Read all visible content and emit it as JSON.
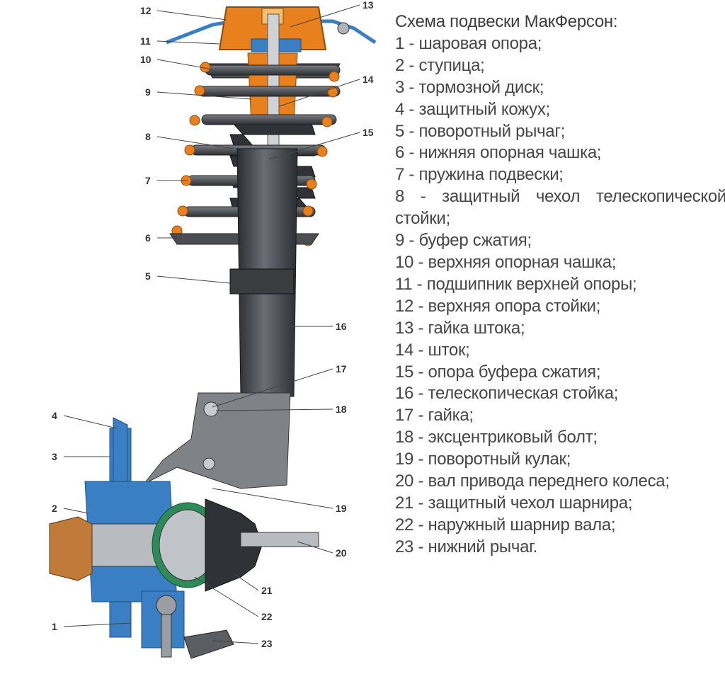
{
  "legend": {
    "title": "Схема подвески МакФерсон:",
    "items": [
      "1 - шаровая опора;",
      "2 - ступица;",
      "3 - тормозной диск;",
      "4 - защитный кожух;",
      "5 - поворотный рычаг;",
      "6 - нижняя опорная чашка;",
      "7 - пружина подвески;",
      "8 - защитный чехол телескопической стойки;",
      "9 - буфер сжатия;",
      "10 - верхняя опорная чашка;",
      "11 - подшипник верхней опоры;",
      "12 - верхняя опора стойки;",
      "13 - гайка штока;",
      "14 - шток;",
      "15 - опора буфера сжатия;",
      "16 - телескопическая стойка;",
      "17 - гайка;",
      "18 - эксцентриковый болт;",
      "19 - поворотный кулак;",
      "20 - вал привода переднего колеса;",
      "21 - защитный чехол шарнира;",
      "22 - наружный шарнир вала;",
      "23 - нижний рычаг."
    ]
  },
  "callouts": {
    "c1": "1",
    "c2": "2",
    "c3": "3",
    "c4": "4",
    "c5": "5",
    "c6": "6",
    "c7": "7",
    "c8": "8",
    "c9": "9",
    "c10": "10",
    "c11": "11",
    "c12": "12",
    "c13": "13",
    "c14": "14",
    "c15": "15",
    "c16": "16",
    "c17": "17",
    "c18": "18",
    "c19": "19",
    "c20": "20",
    "c21": "21",
    "c22": "22",
    "c23": "23"
  },
  "colors": {
    "orange": "#e8801e",
    "blue": "#3a7fc4",
    "strut": "#3c3f44",
    "spring": "#55585d"
  }
}
